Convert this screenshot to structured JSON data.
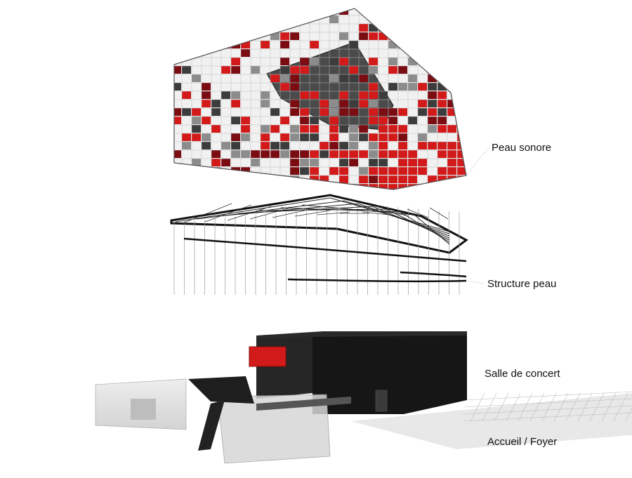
{
  "layers": [
    {
      "label": "Peau sonore"
    },
    {
      "label": "Structure peau"
    },
    {
      "label": "Salle de concert"
    },
    {
      "label": "Accueil / Foyer"
    }
  ],
  "colors": {
    "accent_red": "#d21a1a",
    "dark_red": "#7a0c12",
    "concert_black": "#1c1c1c",
    "glass_grey": "#d8d8d8",
    "label": "#111111"
  }
}
